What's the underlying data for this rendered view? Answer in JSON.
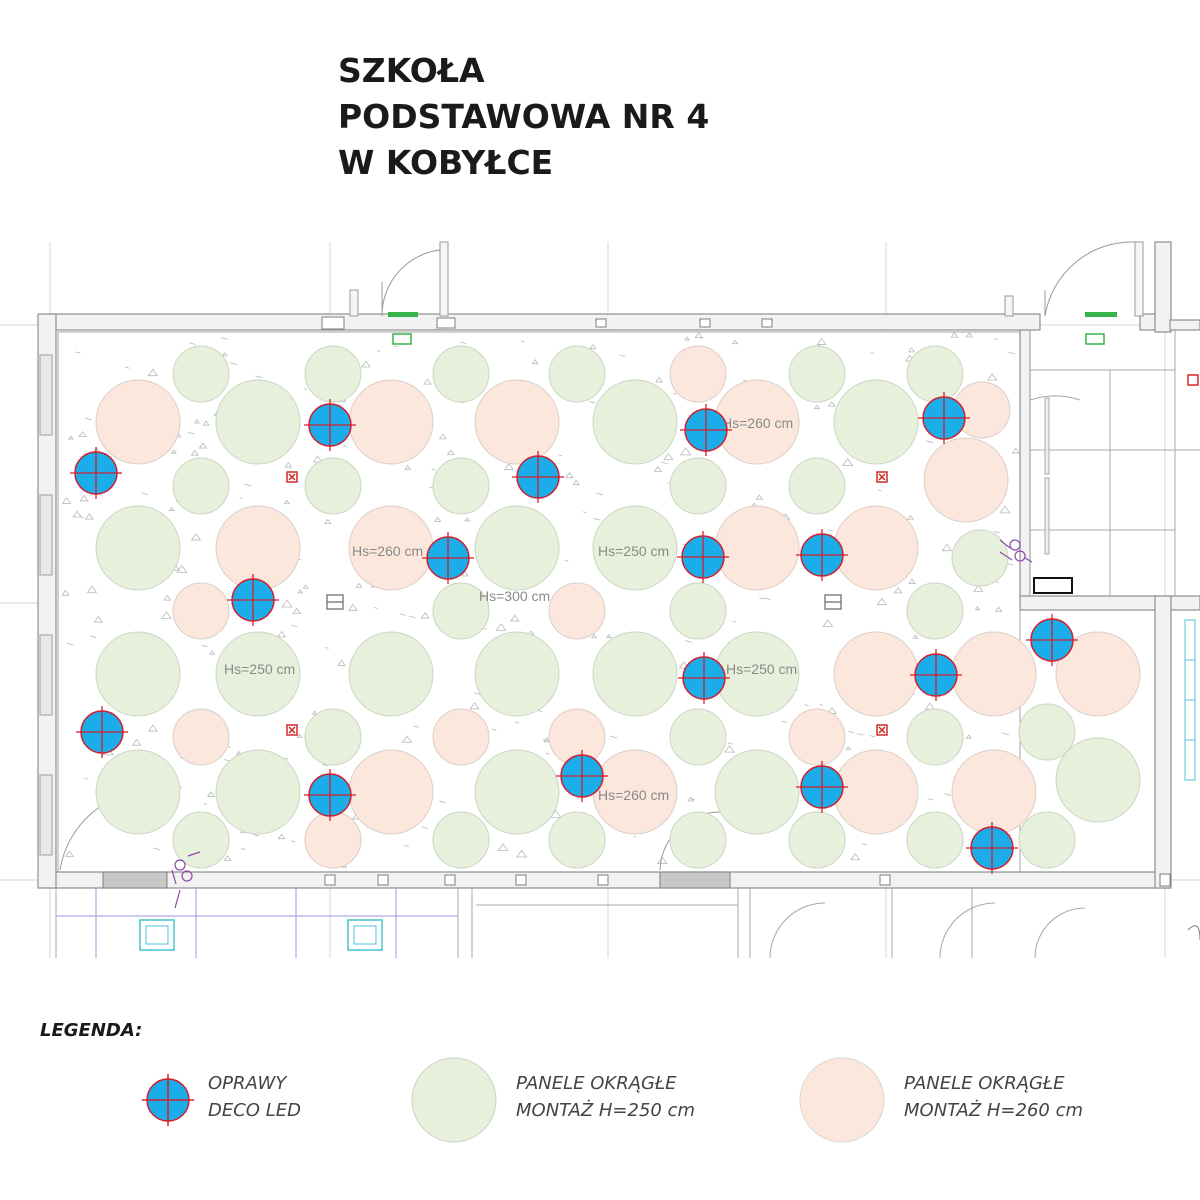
{
  "title": {
    "line1": "SZKOŁA",
    "line2": "PODSTAWOWA NR 4",
    "line3": "W KOBYŁCE"
  },
  "colors": {
    "panel_250": "#e6f0db",
    "panel_260": "#fbe7dc",
    "led_fill": "#1badea",
    "led_ring": "#d21f2c",
    "wall": "#9a9a9a",
    "grid": "#cfcfcf"
  },
  "labels": {
    "hs_260": "Hs=260 cm",
    "hs_250": "Hs=250 cm",
    "hs_300": "Hs=300 cm"
  },
  "legend": {
    "title": "LEGENDA:",
    "led_line1": "OPRAWY",
    "led_line2": "DECO LED",
    "panel250_line1": "PANELE OKRĄGŁE",
    "panel250_line2": "MONTAŻ H=250 cm",
    "panel260_line1": "PANELE OKRĄGŁE",
    "panel260_line2": "MONTAŻ H=260 cm"
  }
}
